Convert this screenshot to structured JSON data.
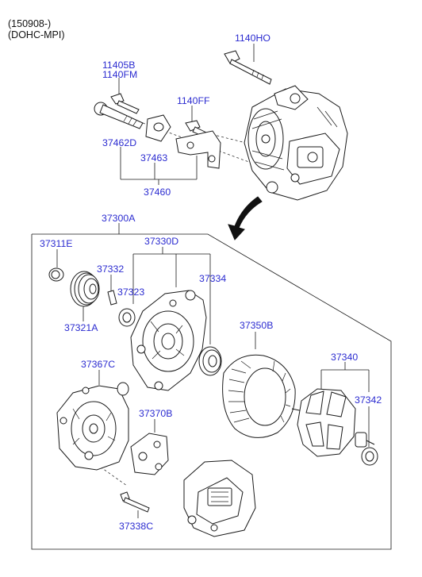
{
  "header": {
    "line1": "(150908-)",
    "line2": "(DOHC-MPI)"
  },
  "labels": {
    "p1140HO": "1140HO",
    "p11405B": "11405B",
    "p1140FM": "1140FM",
    "p1140FF": "1140FF",
    "p37462D": "37462D",
    "p37463": "37463",
    "p37460": "37460",
    "p37300A": "37300A",
    "p37311E": "37311E",
    "p37330D": "37330D",
    "p37332": "37332",
    "p37323": "37323",
    "p37334": "37334",
    "p37321A": "37321A",
    "p37350B": "37350B",
    "p37340": "37340",
    "p37342": "37342",
    "p37367C": "37367C",
    "p37370B": "37370B",
    "p37338C": "37338C"
  },
  "colors": {
    "label": "#2b2bd0",
    "line": "#1a1a1a",
    "header": "#111111"
  }
}
